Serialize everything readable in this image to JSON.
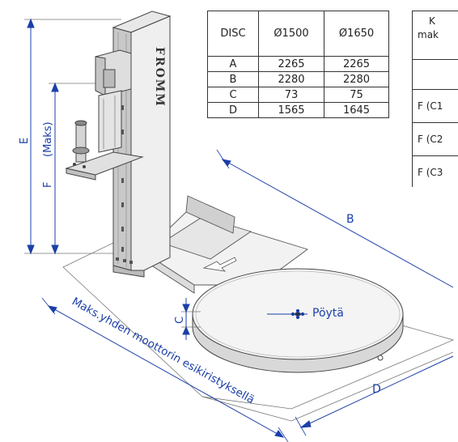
{
  "disc_table": {
    "headers": [
      "DISC",
      "Ø1500",
      "Ø1650"
    ],
    "rows": [
      [
        "A",
        "2265",
        "2265"
      ],
      [
        "B",
        "2280",
        "2280"
      ],
      [
        "C",
        "73",
        "75"
      ],
      [
        "D",
        "1565",
        "1645"
      ]
    ]
  },
  "second_table": {
    "header_line1": "K",
    "header_line2": "mak",
    "rows": [
      "",
      "F (C1",
      "F (C2",
      "F (C3"
    ]
  },
  "labels": {
    "E": "E",
    "F": "F",
    "maks": "(Maks)",
    "B": "B",
    "C": "C",
    "D": "D",
    "poyta": "Pöytä",
    "bottom_note": "Maks.yhden moottorin esikiristyksellä"
  },
  "column_branding": "FROMM"
}
